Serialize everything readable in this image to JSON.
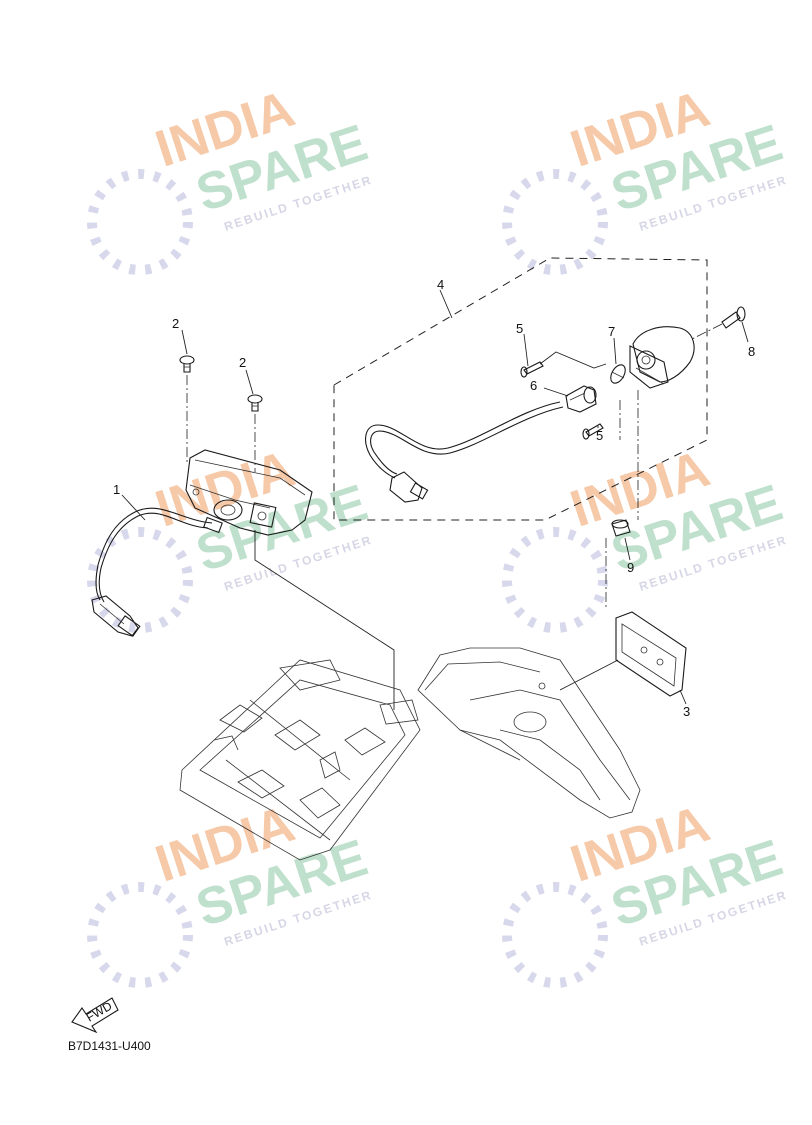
{
  "watermark": {
    "line1": "INDIA",
    "line2": "SPARE",
    "tagline": "REBUILD TOGETHER",
    "colors": {
      "india": "#f6c9a8",
      "spare": "#bfe0cc",
      "icon": "#d8d8ec"
    }
  },
  "callouts": {
    "c1": "1",
    "c2a": "2",
    "c2b": "2",
    "c3": "3",
    "c4": "4",
    "c5a": "5",
    "c5b": "5",
    "c6": "6",
    "c7": "7",
    "c8": "8",
    "c9": "9"
  },
  "fwd_label": "FWD",
  "diagram_code": "B7D1431-U400"
}
